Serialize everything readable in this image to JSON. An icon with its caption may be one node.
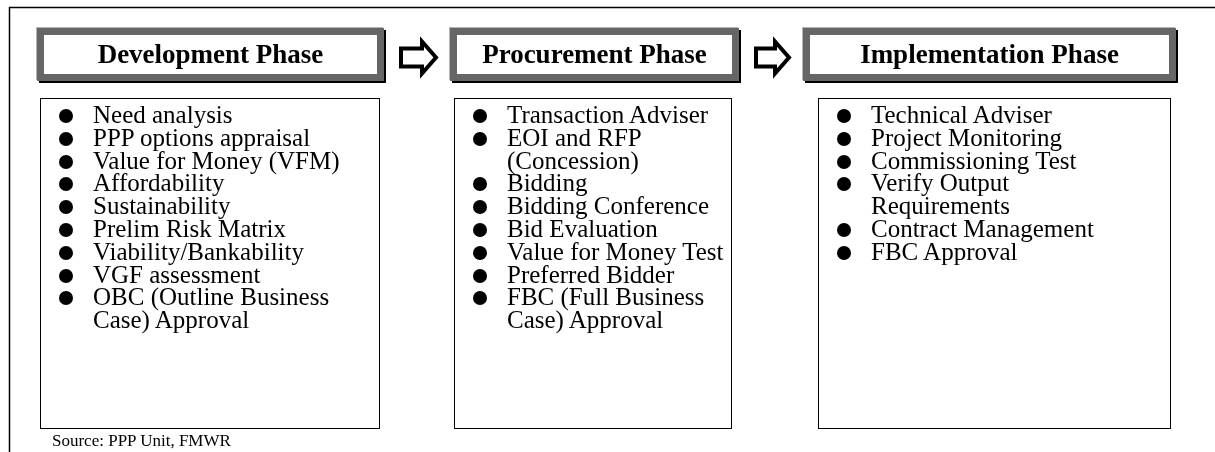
{
  "diagram": {
    "nodes": [
      {
        "text": [
          "Development Phase"
        ]
      },
      {
        "text": [
          "Need analysis",
          "PPP options appraisal",
          "Value for Money (VFM)",
          "Affordability",
          "Sustainability",
          "Prelim Risk Matrix",
          "Viability/Bankability",
          "VGF assessment",
          "OBC (Outline Business Case) Approval"
        ]
      },
      {
        "text": [
          "Procurement Phase"
        ]
      },
      {
        "text": [
          "Transaction Adviser",
          "EOI and RFP (Concession)",
          "Bidding",
          "Bidding Conference",
          "Bid Evaluation",
          "Value for Money Test",
          "Preferred Bidder",
          "FBC (Full Business Case) Approval"
        ]
      },
      {
        "text": [
          "Implementation Phase"
        ]
      },
      {
        "text": [
          "Technical Adviser",
          "Project Monitoring",
          "Commissioning Test",
          "Verify Output Requirements",
          "Contract Management",
          "FBC Approval"
        ]
      }
    ],
    "edges": [
      {
        "from": 0,
        "to": 2,
        "arrow": "to"
      },
      {
        "from": 2,
        "to": 4,
        "arrow": "to"
      }
    ],
    "labels": [
      "Source: PPP Unit, FMWR"
    ]
  }
}
